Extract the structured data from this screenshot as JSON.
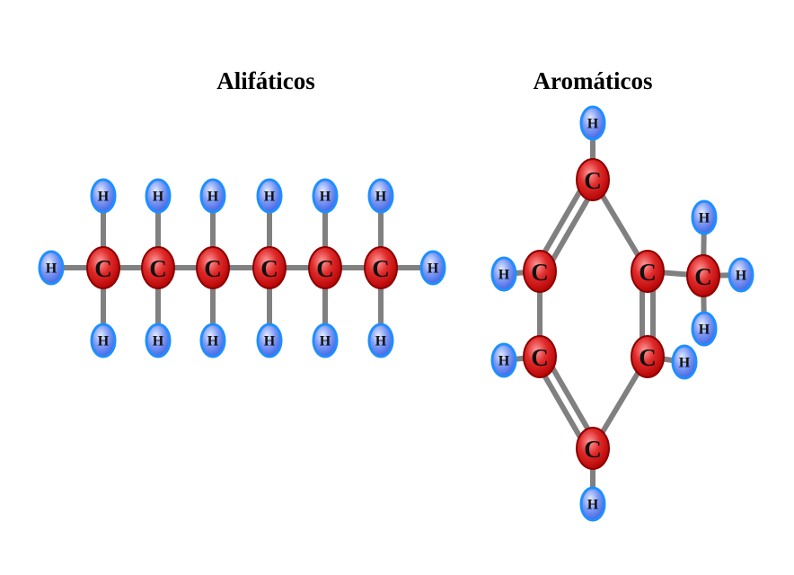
{
  "titles": {
    "aliphatic": "Alifáticos",
    "aromatic": "Aromáticos"
  },
  "colors": {
    "carbon_fill": "#d01c1c",
    "carbon_stroke": "#8c0000",
    "hydrogen_fill": "#5b7cf0",
    "hydrogen_stroke": "#1e8fff",
    "bond": "#808080",
    "background": "#ffffff"
  },
  "atoms": {
    "carbon_symbol": "C",
    "hydrogen_symbol": "H"
  },
  "molecules": [
    {
      "name_ref": "aliphatic",
      "carbon_count": 6,
      "hydrogen_count": 14,
      "structure": "linear chain (single bonds)"
    },
    {
      "name_ref": "aromatic",
      "carbon_count": 7,
      "hydrogen_count": 8,
      "structure": "ring with alternating double bonds and methyl group"
    }
  ]
}
